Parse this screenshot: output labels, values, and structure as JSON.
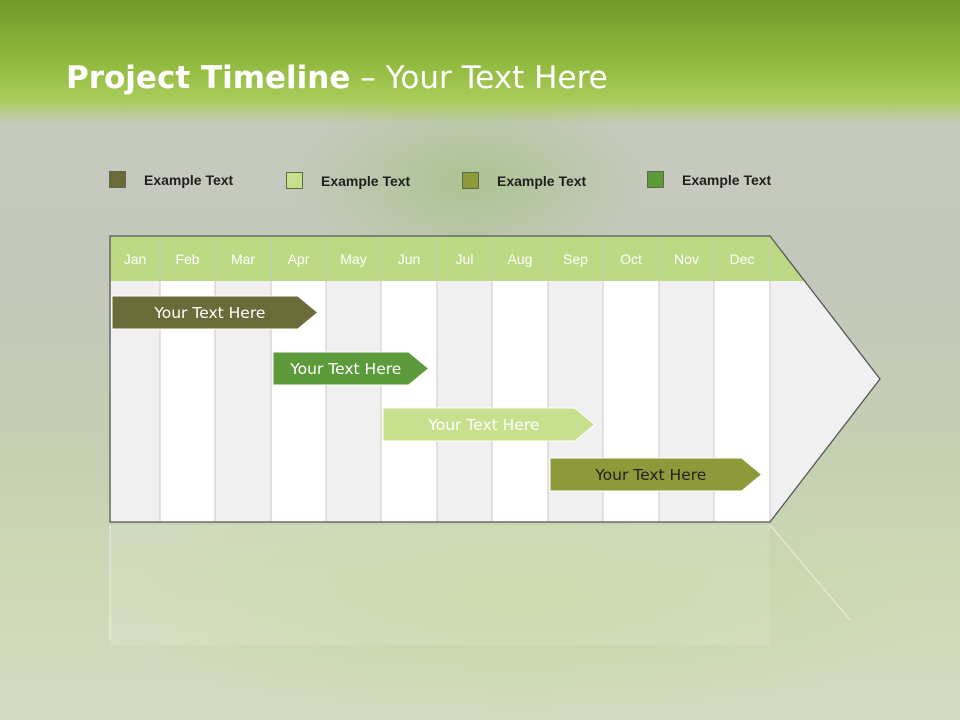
{
  "slide": {
    "title_bold": "Project Timeline",
    "title_rest": " – Your Text Here"
  },
  "legend": [
    {
      "label": "Example Text",
      "color": "#6b6b3a"
    },
    {
      "label": "Example Text",
      "color": "#c7e08e"
    },
    {
      "label": "Example Text",
      "color": "#8e9a3a"
    },
    {
      "label": "Example Text",
      "color": "#5d9a3b"
    }
  ],
  "months": [
    "Jan",
    "Feb",
    "Mar",
    "Apr",
    "May",
    "Jun",
    "Jul",
    "Aug",
    "Sep",
    "Oct",
    "Nov",
    "Dec"
  ],
  "tasks": [
    {
      "label": "Your  Text Here",
      "start_month": "Jan",
      "end_month": "Apr",
      "color": "#6b6b3a",
      "text_color": "#ffffff"
    },
    {
      "label": "Your  Text Here",
      "start_month": "Apr",
      "end_month": "Jun",
      "color": "#5d9a3b",
      "text_color": "#ffffff"
    },
    {
      "label": "Your  Text Here",
      "start_month": "Jun",
      "end_month": "Sep",
      "color": "#c7e08e",
      "text_color": "#ffffff"
    },
    {
      "label": "Your  Text Here",
      "start_month": "Sep",
      "end_month": "Dec",
      "color": "#8e9a3a",
      "text_color": "#1f1f1f"
    }
  ],
  "colors": {
    "header": "#bcd984",
    "column_light": "#ffffff",
    "column_shade": "#f0f0f0",
    "outline": "#555555"
  }
}
